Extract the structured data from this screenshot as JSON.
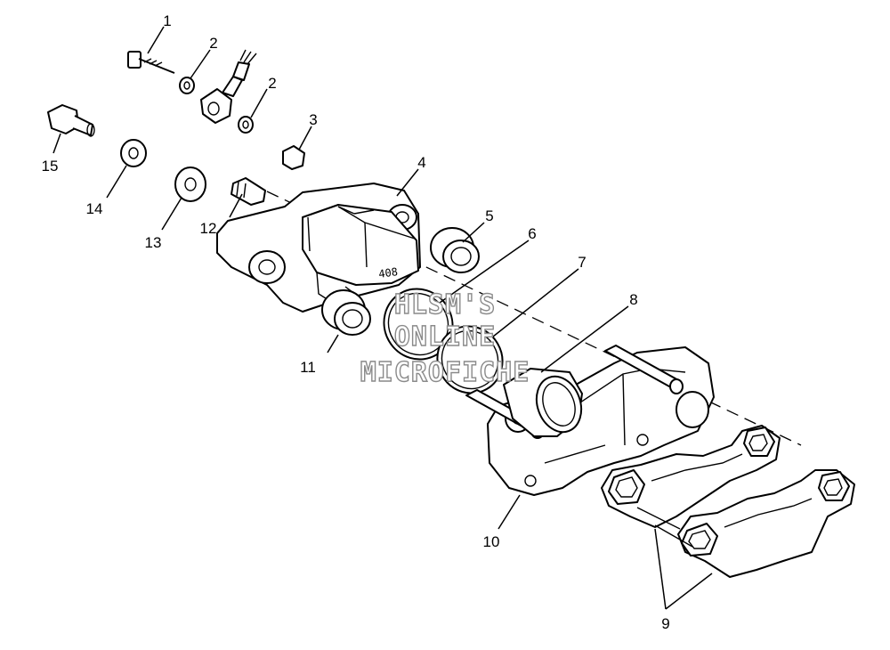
{
  "callouts": {
    "c1": "1",
    "c2a": "2",
    "c2b": "2",
    "c3": "3",
    "c4": "4",
    "c5": "5",
    "c6": "6",
    "c7": "7",
    "c8": "8",
    "c9": "9",
    "c10": "10",
    "c11": "11",
    "c12": "12",
    "c13": "13",
    "c14": "14",
    "c15": "15"
  },
  "caliper_stamp": "408",
  "watermark": {
    "line1": "HLSM'S",
    "line2": "ONLINE",
    "line3": "MICROFICHE"
  }
}
